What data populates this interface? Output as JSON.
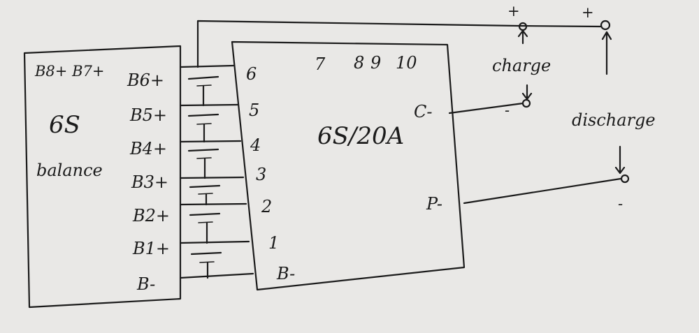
{
  "balance_board": {
    "top_labels": "B8+ B7+",
    "title": "6S",
    "subtitle": "balance",
    "pins": [
      "B6+",
      "B5+",
      "B4+",
      "B3+",
      "B2+",
      "B1+",
      "B-"
    ]
  },
  "bms_board": {
    "title": "6S/20A",
    "top_pins": [
      "6",
      "7",
      "8",
      "9",
      "10"
    ],
    "side_pins": [
      "5",
      "4",
      "3",
      "2",
      "1"
    ],
    "bottom_pin": "B-",
    "c_minus": "C-",
    "p_minus": "P-"
  },
  "terminals": {
    "charge_label": "charge",
    "discharge_label": "discharge",
    "plus": "+",
    "minus": "-"
  }
}
